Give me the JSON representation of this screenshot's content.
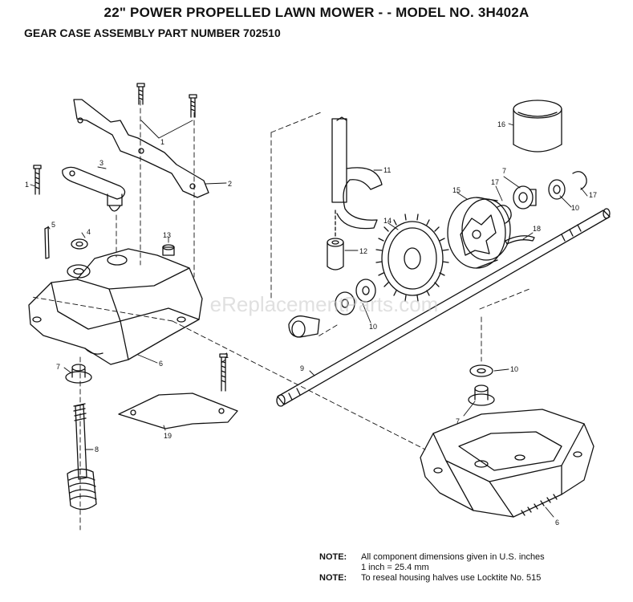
{
  "header": {
    "title": "22\" POWER PROPELLED LAWN MOWER - - MODEL NO. 3H402A",
    "subtitle": "GEAR CASE ASSEMBLY PART NUMBER 702510"
  },
  "watermark": "eReplacementParts.com",
  "callouts": [
    "1",
    "1",
    "1",
    "1",
    "2",
    "3",
    "4",
    "5",
    "13",
    "7",
    "8",
    "19",
    "6",
    "9",
    "10",
    "11",
    "12",
    "14",
    "15",
    "16",
    "17",
    "7",
    "10",
    "17",
    "18",
    "10",
    "10",
    "7",
    "6"
  ],
  "notes": [
    {
      "key": "NOTE:",
      "text": "All component dimensions given in U.S. inches"
    },
    {
      "key": "",
      "text": "1 inch = 25.4 mm"
    },
    {
      "key": "NOTE:",
      "text": "To reseal housing halves use Locktite No. 515"
    }
  ]
}
